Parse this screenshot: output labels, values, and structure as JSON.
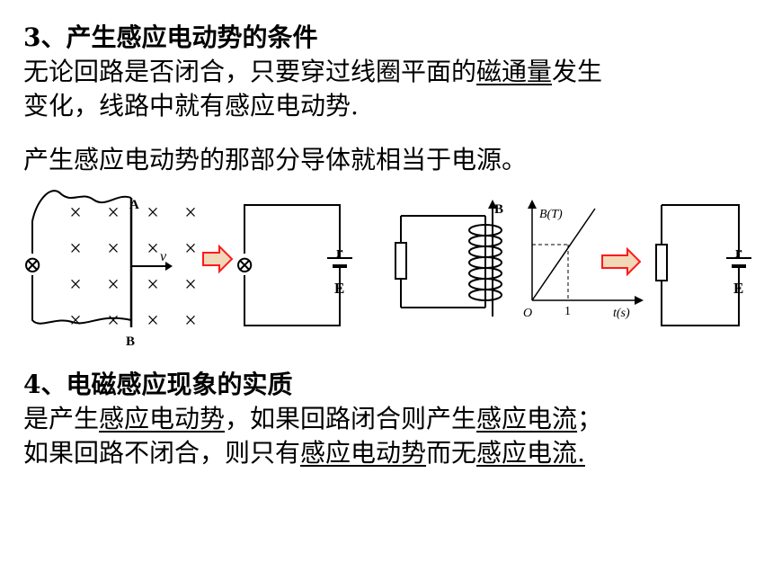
{
  "section3": {
    "heading": "3、产生感应电动势的条件",
    "l2_a": "无论回路是否闭合，只要穿过线圈平面的",
    "l2_u": "磁通量",
    "l2_b": "发生",
    "l3": "变化，线路中就有感应电动势.",
    "l4": "产生感应电动势的那部分导体就相当于电源。"
  },
  "figure1": {
    "label_A": "A",
    "label_B": "B",
    "label_v": "v",
    "cross": "×",
    "lamp": "⊗",
    "label_r": "r",
    "label_E": "E"
  },
  "figure2": {
    "label_B": "B",
    "label_r": "r",
    "label_E": "E"
  },
  "graph": {
    "ylabel": "B(T)",
    "xlabel": "t(s)",
    "origin": "O",
    "tick_1": "1"
  },
  "section4": {
    "heading": "4、电磁感应现象的实质",
    "l2_a": "是产生",
    "l2_u1": "感应电动势",
    "l2_b": "，如果回路闭合则产生",
    "l2_u2": "感应电流",
    "l2_c": "；",
    "l3_a": "如果回路不闭合，则只有",
    "l3_u1": "感应电动势",
    "l3_b": "而无",
    "l3_u2": "感应电流",
    "l3_c": "."
  },
  "colors": {
    "arrow_fill": "#f0d8b8",
    "arrow_stroke": "#ff1a1a"
  }
}
